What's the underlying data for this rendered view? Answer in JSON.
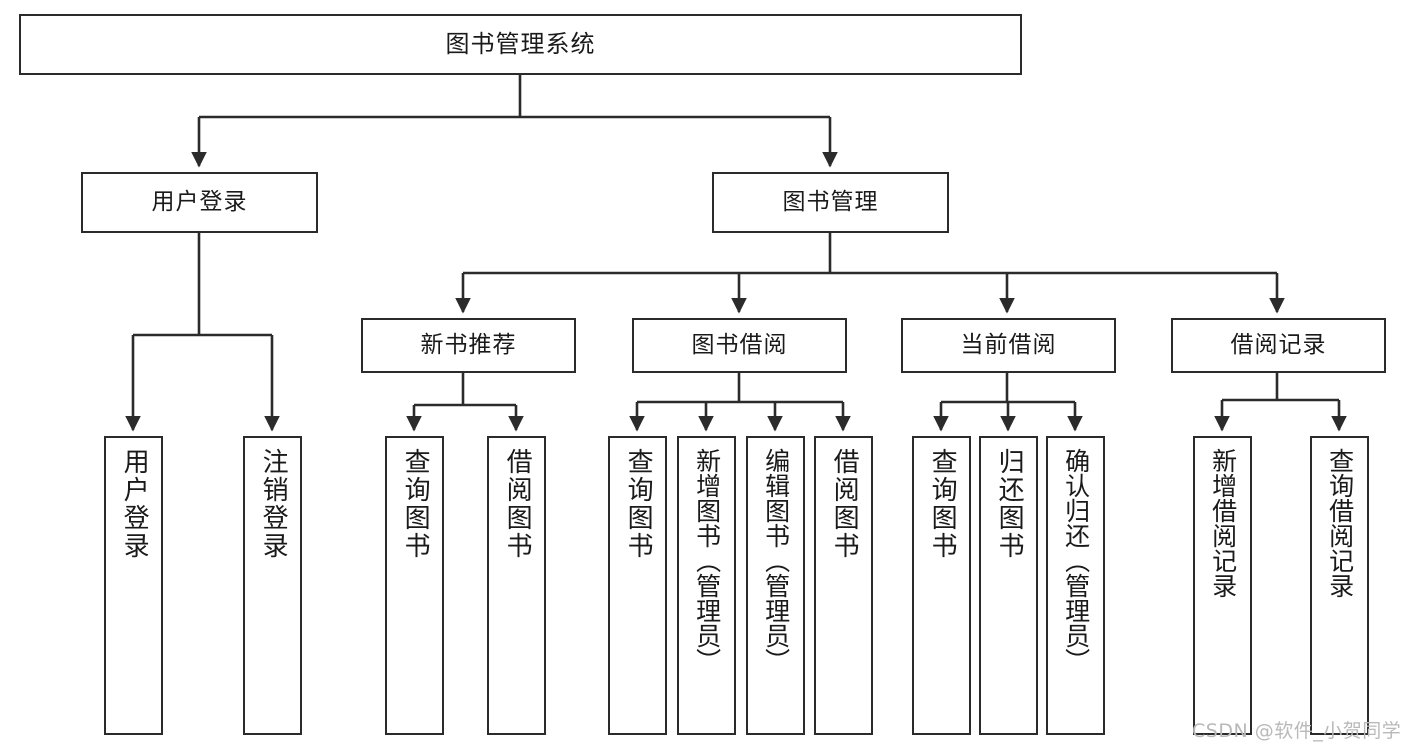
{
  "diagram": {
    "title": "图书管理系统",
    "type": "tree-hierarchy-chart",
    "orientation": "top-down",
    "colors": {
      "box_border": "#2b2b2b",
      "box_fill": "#ffffff",
      "edge": "#2b2b2b",
      "text": "#1a1a1a",
      "watermark": "#b9b9b9",
      "background": "#ffffff"
    },
    "watermark": "CSDN @软件_小贺同学"
  },
  "nodes": {
    "root": {
      "label": "图书管理系统"
    },
    "level1": [
      {
        "id": "user-login",
        "label": "用户登录"
      },
      {
        "id": "book-management",
        "label": "图书管理"
      }
    ],
    "level2": [
      {
        "id": "new-book-recommend",
        "label": "新书推荐"
      },
      {
        "id": "book-borrow",
        "label": "图书借阅"
      },
      {
        "id": "current-borrow",
        "label": "当前借阅"
      },
      {
        "id": "borrow-record",
        "label": "借阅记录"
      }
    ],
    "leaves": {
      "user_login": [
        {
          "id": "leaf-user-login",
          "label": "用户登录"
        },
        {
          "id": "leaf-user-logout",
          "label": "注销登录"
        }
      ],
      "new_book_recommend": [
        {
          "id": "leaf-query-book-1",
          "label": "查询图书"
        },
        {
          "id": "leaf-borrow-book-1",
          "label": "借阅图书"
        }
      ],
      "book_borrow": [
        {
          "id": "leaf-query-book-2",
          "label": "查询图书"
        },
        {
          "id": "leaf-add-book",
          "label": "新增图书（管理员）"
        },
        {
          "id": "leaf-edit-book",
          "label": "编辑图书（管理员）"
        },
        {
          "id": "leaf-borrow-book-2",
          "label": "借阅图书"
        }
      ],
      "current_borrow": [
        {
          "id": "leaf-query-book-3",
          "label": "查询图书"
        },
        {
          "id": "leaf-return-book",
          "label": "归还图书"
        },
        {
          "id": "leaf-confirm-return",
          "label": "确认归还（管理员）"
        }
      ],
      "borrow_record": [
        {
          "id": "leaf-add-record",
          "label": "新增借阅记录"
        },
        {
          "id": "leaf-query-record",
          "label": "查询借阅记录"
        }
      ]
    }
  }
}
